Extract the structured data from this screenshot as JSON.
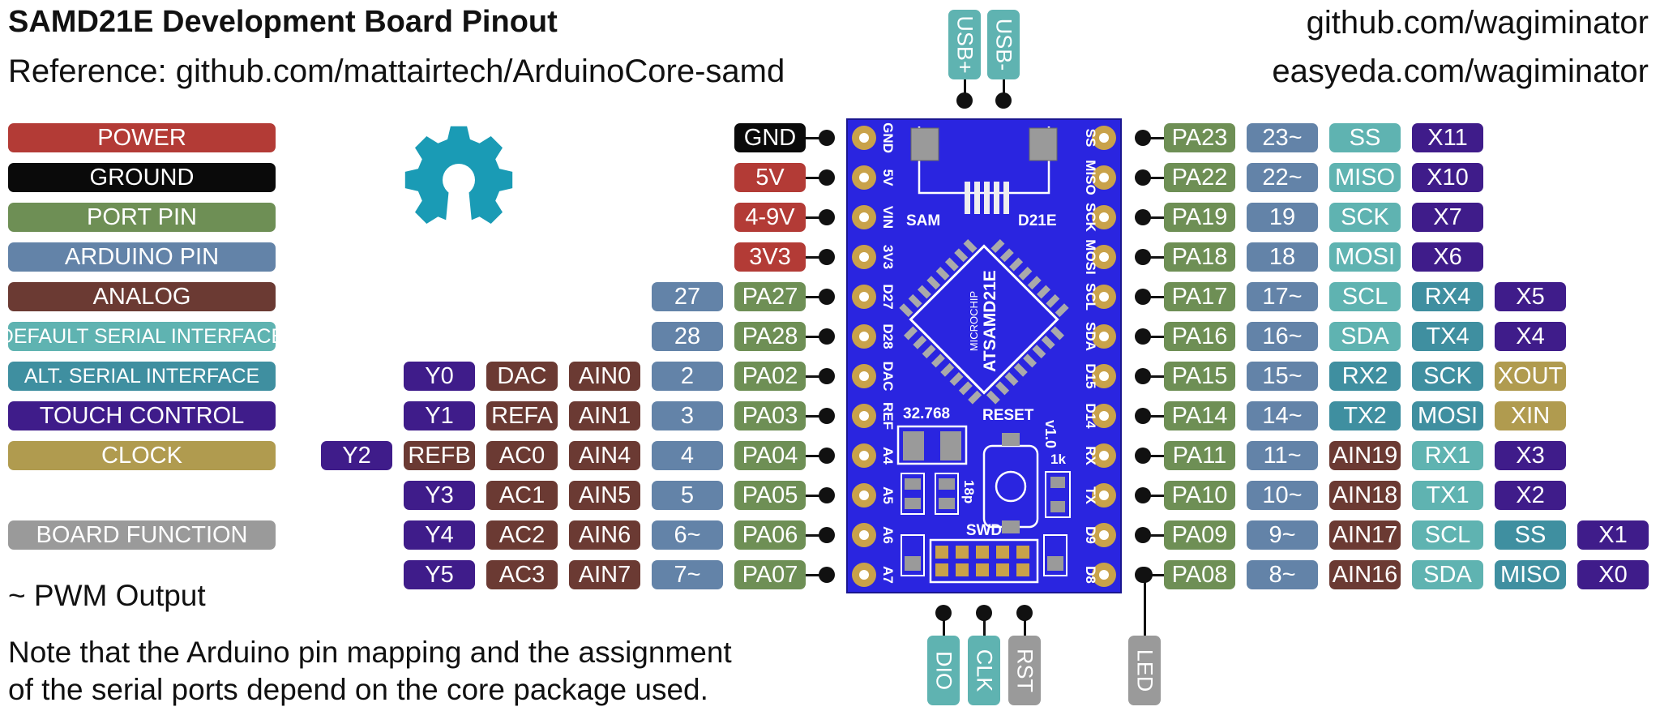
{
  "header": {
    "title": "SAMD21E Development Board Pinout",
    "reference": "Reference: github.com/mattairtech/ArduinoCore-samd",
    "github": "github.com/wagiminator",
    "easyeda": "easyeda.com/wagiminator"
  },
  "legend": [
    {
      "label": "POWER",
      "color": "#b33b36"
    },
    {
      "label": "GROUND",
      "color": "#0a0a0a"
    },
    {
      "label": "PORT PIN",
      "color": "#6e8f55"
    },
    {
      "label": "ARDUINO PIN",
      "color": "#6383a8"
    },
    {
      "label": "ANALOG",
      "color": "#6b3a33"
    },
    {
      "label": "DEFAULT SERIAL INTERFACE",
      "color": "#5fb3b1"
    },
    {
      "label": "ALT. SERIAL INTERFACE",
      "color": "#3f8fa0"
    },
    {
      "label": "TOUCH CONTROL",
      "color": "#3f1c8a"
    },
    {
      "label": "CLOCK",
      "color": "#b09b4f"
    }
  ],
  "legend_board_function": {
    "label": "BOARD FUNCTION",
    "color": "#9a9a9a"
  },
  "notes": {
    "pwm": "~ PWM Output",
    "line1": "Note that the Arduino pin mapping and the assignment",
    "line2": "of the serial ports depend on the core package used."
  },
  "board": {
    "chip_brand": "MICROCHIP",
    "chip_name": "ATSAMD21E",
    "sam_label": "SAM",
    "d21e_label": "D21E",
    "crystal_label": "32.768",
    "reset_label": "RESET",
    "version": "v1.0",
    "cap_label": "18p",
    "res_label": "1k",
    "swd_label": "SWD",
    "left_silk": [
      "GND",
      "5V",
      "VIN",
      "3V3",
      "D27",
      "D28",
      "DAC",
      "REF",
      "A4",
      "A5",
      "A6",
      "A7"
    ],
    "right_silk": [
      "SS",
      "MISO",
      "SCK",
      "MOSI",
      "SCL",
      "SDA",
      "D15",
      "D14",
      "RX",
      "TX",
      "D9",
      "D8"
    ]
  },
  "left_rows": [
    {
      "labels": [
        "GND"
      ],
      "types": [
        "ground"
      ]
    },
    {
      "labels": [
        "5V"
      ],
      "types": [
        "power"
      ]
    },
    {
      "labels": [
        "4-9V"
      ],
      "types": [
        "power"
      ]
    },
    {
      "labels": [
        "3V3"
      ],
      "types": [
        "power"
      ]
    },
    {
      "labels": [
        "PA27",
        "27"
      ],
      "types": [
        "port",
        "arduino"
      ]
    },
    {
      "labels": [
        "PA28",
        "28"
      ],
      "types": [
        "port",
        "arduino"
      ]
    },
    {
      "labels": [
        "PA02",
        "2",
        "AIN0",
        "DAC",
        "Y0"
      ],
      "types": [
        "port",
        "arduino",
        "analog",
        "analog",
        "touch"
      ]
    },
    {
      "labels": [
        "PA03",
        "3",
        "AIN1",
        "REFA",
        "Y1"
      ],
      "types": [
        "port",
        "arduino",
        "analog",
        "analog",
        "touch"
      ]
    },
    {
      "labels": [
        "PA04",
        "4",
        "AIN4",
        "AC0",
        "REFB",
        "Y2"
      ],
      "types": [
        "port",
        "arduino",
        "analog",
        "analog",
        "analog",
        "touch"
      ]
    },
    {
      "labels": [
        "PA05",
        "5",
        "AIN5",
        "AC1",
        "Y3"
      ],
      "types": [
        "port",
        "arduino",
        "analog",
        "analog",
        "touch"
      ]
    },
    {
      "labels": [
        "PA06",
        "6~",
        "AIN6",
        "AC2",
        "Y4"
      ],
      "types": [
        "port",
        "arduino",
        "analog",
        "analog",
        "touch"
      ]
    },
    {
      "labels": [
        "PA07",
        "7~",
        "AIN7",
        "AC3",
        "Y5"
      ],
      "types": [
        "port",
        "arduino",
        "analog",
        "analog",
        "touch"
      ]
    }
  ],
  "right_rows": [
    {
      "labels": [
        "PA23",
        "23~",
        "SS",
        "X11"
      ],
      "types": [
        "port",
        "arduino",
        "serial",
        "touch"
      ]
    },
    {
      "labels": [
        "PA22",
        "22~",
        "MISO",
        "X10"
      ],
      "types": [
        "port",
        "arduino",
        "serial",
        "touch"
      ]
    },
    {
      "labels": [
        "PA19",
        "19",
        "SCK",
        "X7"
      ],
      "types": [
        "port",
        "arduino",
        "serial",
        "touch"
      ]
    },
    {
      "labels": [
        "PA18",
        "18",
        "MOSI",
        "X6"
      ],
      "types": [
        "port",
        "arduino",
        "serial",
        "touch"
      ]
    },
    {
      "labels": [
        "PA17",
        "17~",
        "SCL",
        "RX4",
        "X5"
      ],
      "types": [
        "port",
        "arduino",
        "serial",
        "altserial",
        "touch"
      ]
    },
    {
      "labels": [
        "PA16",
        "16~",
        "SDA",
        "TX4",
        "X4"
      ],
      "types": [
        "port",
        "arduino",
        "serial",
        "altserial",
        "touch"
      ]
    },
    {
      "labels": [
        "PA15",
        "15~",
        "RX2",
        "SCK",
        "XOUT"
      ],
      "types": [
        "port",
        "arduino",
        "altserial",
        "altserial",
        "clock"
      ]
    },
    {
      "labels": [
        "PA14",
        "14~",
        "TX2",
        "MOSI",
        "XIN"
      ],
      "types": [
        "port",
        "arduino",
        "altserial",
        "altserial",
        "clock"
      ]
    },
    {
      "labels": [
        "PA11",
        "11~",
        "AIN19",
        "RX1",
        "X3"
      ],
      "types": [
        "port",
        "arduino",
        "analog",
        "serial",
        "touch"
      ]
    },
    {
      "labels": [
        "PA10",
        "10~",
        "AIN18",
        "TX1",
        "X2"
      ],
      "types": [
        "port",
        "arduino",
        "analog",
        "serial",
        "touch"
      ]
    },
    {
      "labels": [
        "PA09",
        "9~",
        "AIN17",
        "SCL",
        "SS",
        "X1"
      ],
      "types": [
        "port",
        "arduino",
        "analog",
        "serial",
        "altserial",
        "touch"
      ]
    },
    {
      "labels": [
        "PA08",
        "8~",
        "AIN16",
        "SDA",
        "MISO",
        "X0"
      ],
      "types": [
        "port",
        "arduino",
        "analog",
        "serial",
        "altserial",
        "touch"
      ]
    }
  ],
  "top_pins": [
    {
      "label": "USB+",
      "type": "serial"
    },
    {
      "label": "USB-",
      "type": "serial"
    }
  ],
  "bottom_pins": [
    {
      "label": "DIO",
      "type": "serial"
    },
    {
      "label": "CLK",
      "type": "serial"
    },
    {
      "label": "RST",
      "type": "board"
    },
    {
      "label": "LED",
      "type": "board"
    }
  ],
  "colors": {
    "power": "#b33b36",
    "ground": "#0a0a0a",
    "port": "#6e8f55",
    "arduino": "#6383a8",
    "analog": "#6b3a33",
    "serial": "#5fb3b1",
    "altserial": "#3f8fa0",
    "touch": "#3f1c8a",
    "clock": "#b09b4f",
    "board": "#9a9a9a",
    "pcb": "#2a25e0",
    "pad": "#c9a24a"
  }
}
